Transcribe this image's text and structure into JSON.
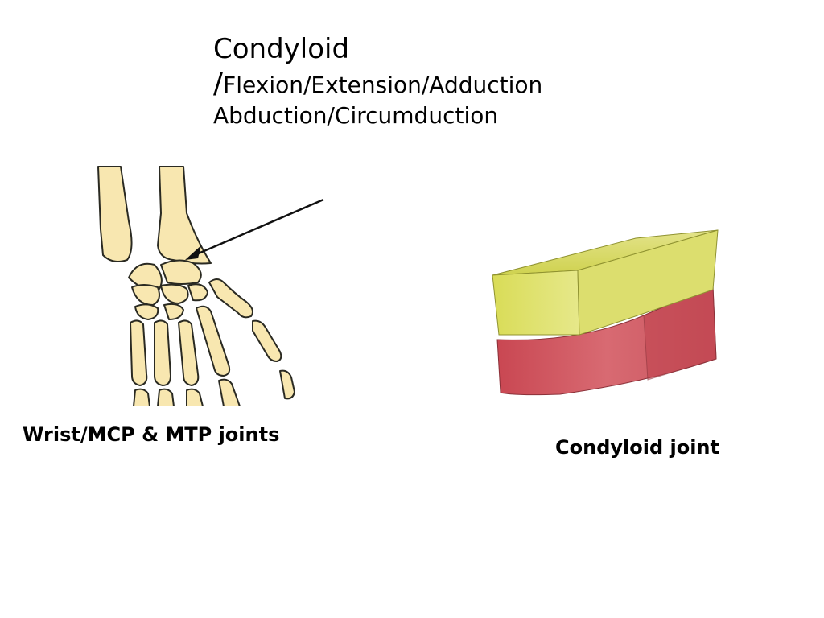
{
  "slide": {
    "title_line1": "Condyloid",
    "title_slash": "/",
    "title_line2": "Flexion/Extension/Adduction",
    "title_line3": "Abduction/Circumduction",
    "caption_left": "Wrist/MCP & MTP joints",
    "caption_right": "Condyloid joint"
  },
  "colors": {
    "bone_fill": "#f8e7b0",
    "bone_stroke": "#2a2a22",
    "block_top": "#d7d95c",
    "block_bottom": "#c94f5a",
    "arrow": "#111111"
  }
}
